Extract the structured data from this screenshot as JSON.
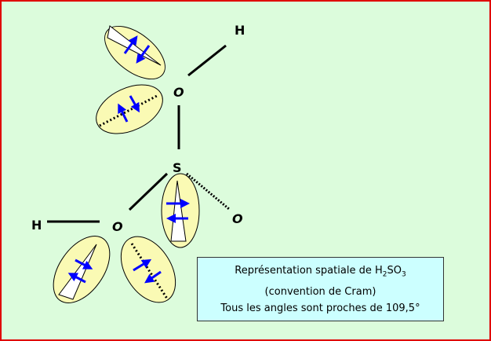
{
  "atoms": {
    "h_top": "H",
    "o_top": "O",
    "s": "S",
    "o_right": "O",
    "o_left": "O",
    "h_left": "H"
  },
  "caption": {
    "line1_prefix": "Représentation spatiale de H",
    "sub1": "2",
    "line1_mid": "SO",
    "sub2": "3",
    "line2": "(convention de Cram)",
    "line3": "Tous les angles sont proches de 109,5°"
  },
  "colors": {
    "background": "#dcfcdc",
    "border": "#e00000",
    "lobe": "#fafab4",
    "arrow": "#0000ff",
    "caption_bg": "#ccffff"
  }
}
